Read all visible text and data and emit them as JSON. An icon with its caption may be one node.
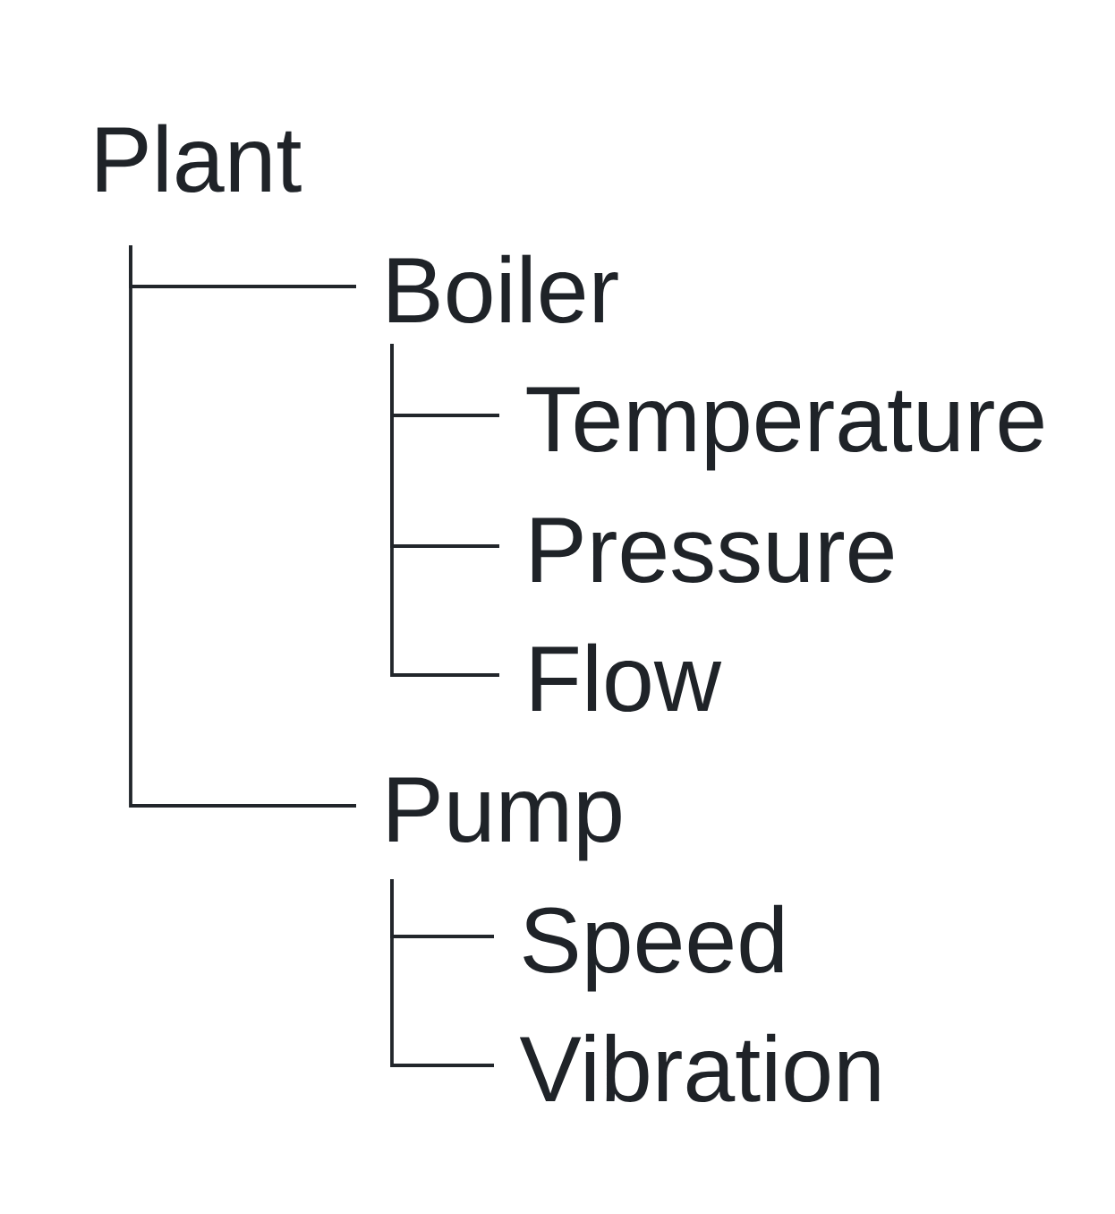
{
  "diagram": {
    "nodes": [
      {
        "text": [
          "Plant"
        ]
      },
      {
        "text": [
          "Boiler"
        ]
      },
      {
        "text": [
          "Temperature"
        ]
      },
      {
        "text": [
          "Pressure"
        ]
      },
      {
        "text": [
          "Flow"
        ]
      },
      {
        "text": [
          "Pump"
        ]
      },
      {
        "text": [
          "Speed"
        ]
      },
      {
        "text": [
          "Vibration"
        ]
      }
    ],
    "edges": [
      {
        "from": 0,
        "to": 1,
        "arrow": "none"
      },
      {
        "from": 1,
        "to": 2,
        "arrow": "none"
      },
      {
        "from": 1,
        "to": 3,
        "arrow": "none"
      },
      {
        "from": 1,
        "to": 4,
        "arrow": "none"
      },
      {
        "from": 0,
        "to": 5,
        "arrow": "none"
      },
      {
        "from": 5,
        "to": 6,
        "arrow": "none"
      },
      {
        "from": 5,
        "to": 7,
        "arrow": "none"
      }
    ]
  }
}
